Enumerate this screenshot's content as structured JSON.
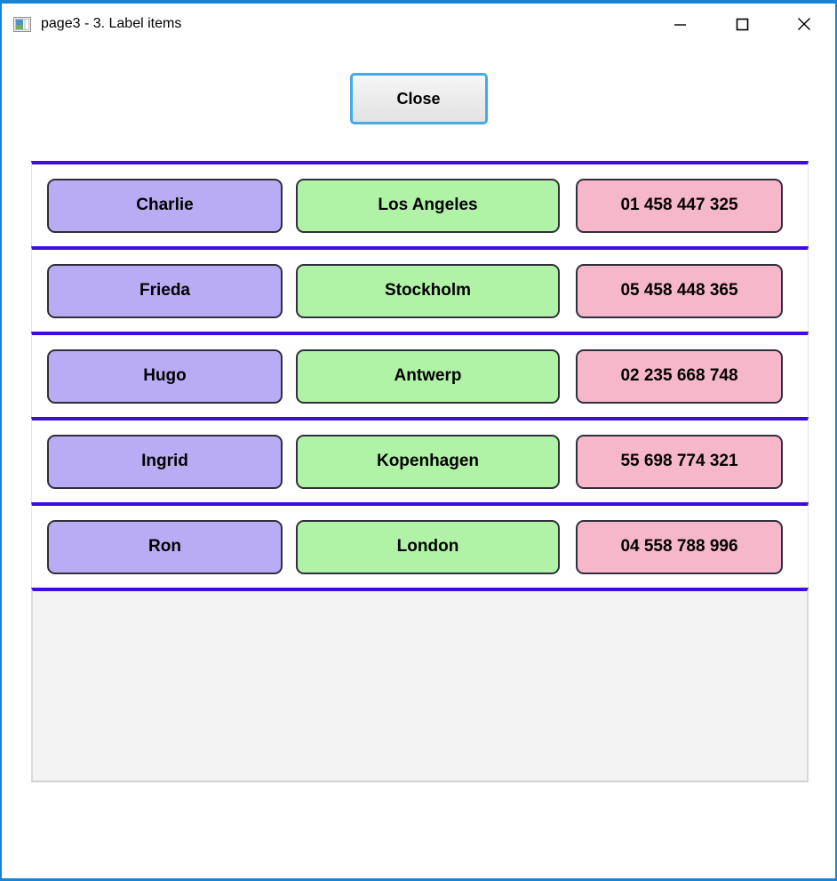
{
  "window": {
    "title": "page3 - 3. Label items",
    "controls": {
      "minimize_name": "minimize",
      "maximize_name": "maximize",
      "close_name": "close"
    }
  },
  "toolbar": {
    "close_label": "Close"
  },
  "contacts": {
    "rows": [
      {
        "name": "Charlie",
        "city": "Los Angeles",
        "phone": "01 458 447 325"
      },
      {
        "name": "Frieda",
        "city": "Stockholm",
        "phone": "05 458 448 365"
      },
      {
        "name": "Hugo",
        "city": "Antwerp",
        "phone": "02 235 668 748"
      },
      {
        "name": "Ingrid",
        "city": "Kopenhagen",
        "phone": "55 698 774 321"
      },
      {
        "name": "Ron",
        "city": "London",
        "phone": "04 558 788 996"
      }
    ]
  },
  "colors": {
    "window_border": "#1884d8",
    "separator_line": "#3c0ce0",
    "name_label_bg": "#b9abf4",
    "city_label_bg": "#b0f2a6",
    "phone_label_bg": "#f7b7cb",
    "label_border": "#30303c",
    "close_button_border": "#45aae4",
    "empty_panel_bg": "#f3f3f3"
  }
}
